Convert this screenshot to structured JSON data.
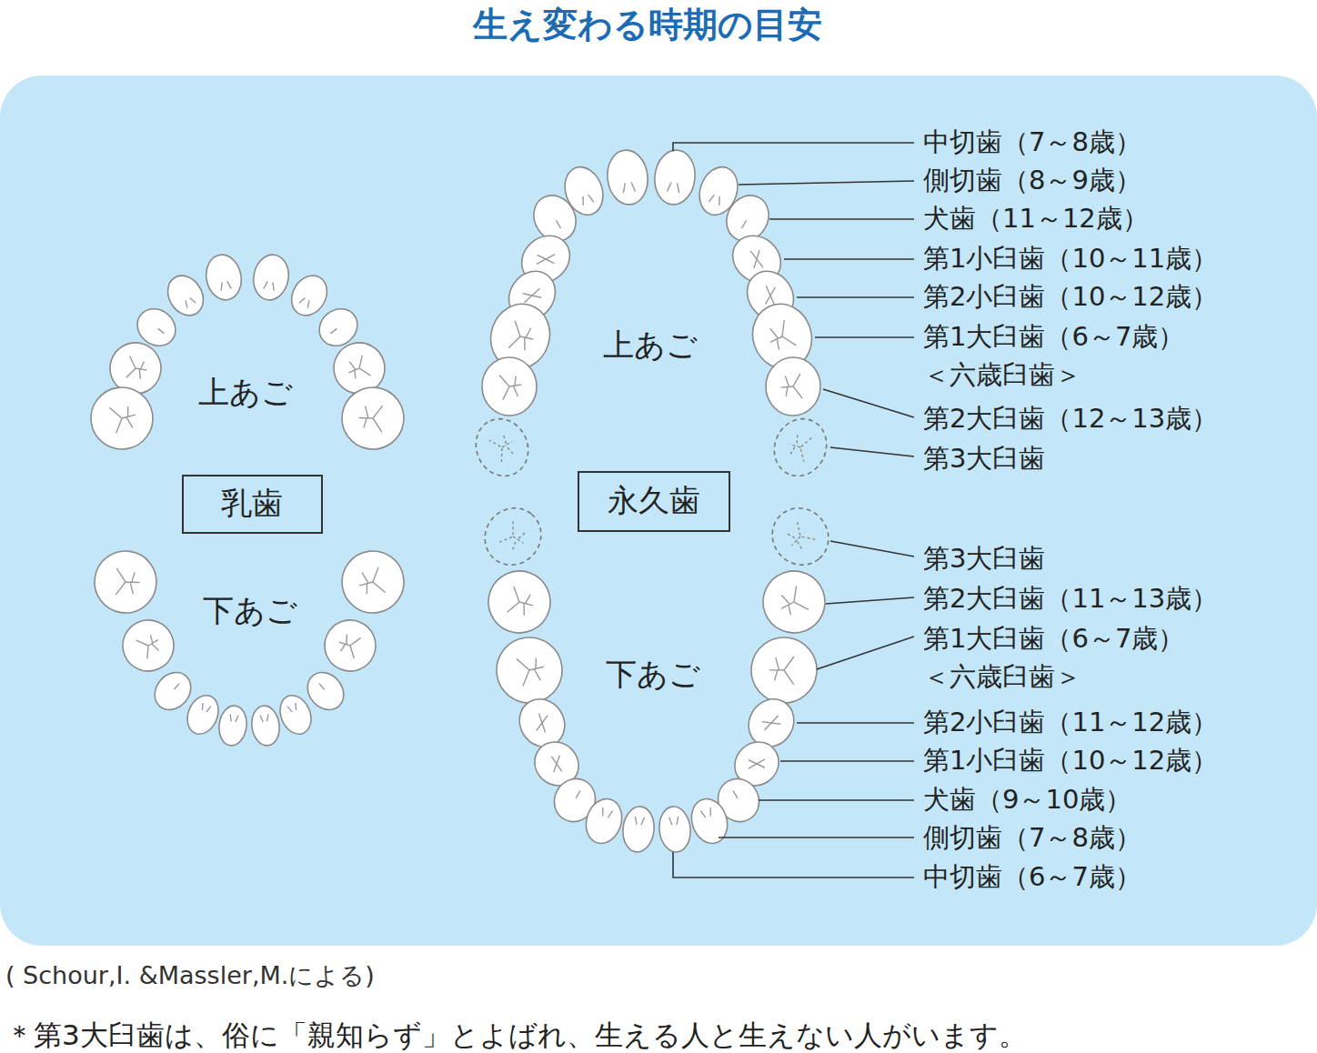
{
  "diagram": {
    "title": "生え変わる時期の目安",
    "caption": "( Schour,I. &Massler,M.による)",
    "nodes": [
      {
        "text": [
          "乳歯"
        ]
      },
      {
        "text": [
          "永久歯"
        ]
      }
    ],
    "labels": [
      "上あご",
      "下あご",
      "上あご",
      "下あご",
      "中切歯（7～8歳）",
      "側切歯（8～9歳）",
      "犬歯（11～12歳）",
      "第1小臼歯（10～11歳）",
      "第2小臼歯（10～12歳）",
      "第1大臼歯（6～7歳）",
      "＜六歳臼歯＞",
      "第2大臼歯（12～13歳）",
      "第3大臼歯",
      "第3大臼歯",
      "第2大臼歯（11～13歳）",
      "第1大臼歯（6～7歳）",
      "＜六歳臼歯＞",
      "第2小臼歯（11～12歳）",
      "第1小臼歯（10～12歳）",
      "犬歯（9～10歳）",
      "側切歯（7～8歳）",
      "中切歯（6～7歳）",
      "＊第3大臼歯は、俗に「親知らず」とよばれ、生える人と生えない人がいます。"
    ]
  }
}
